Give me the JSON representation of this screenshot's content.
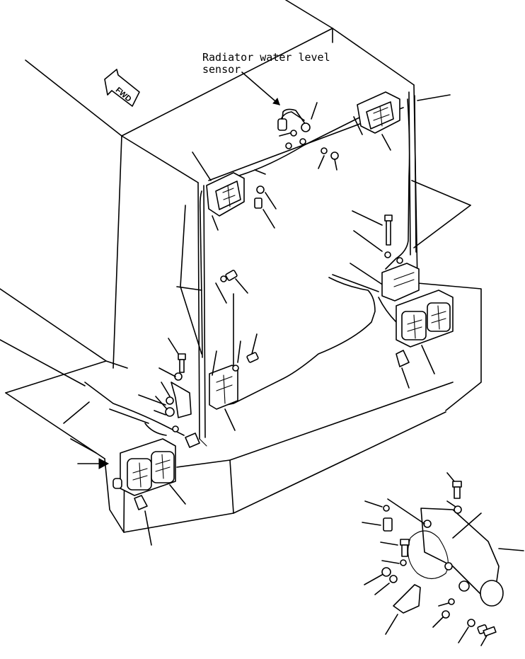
{
  "callout": {
    "line1": "Radiator water level",
    "line2": "sensor"
  },
  "direction_label": "FWD"
}
